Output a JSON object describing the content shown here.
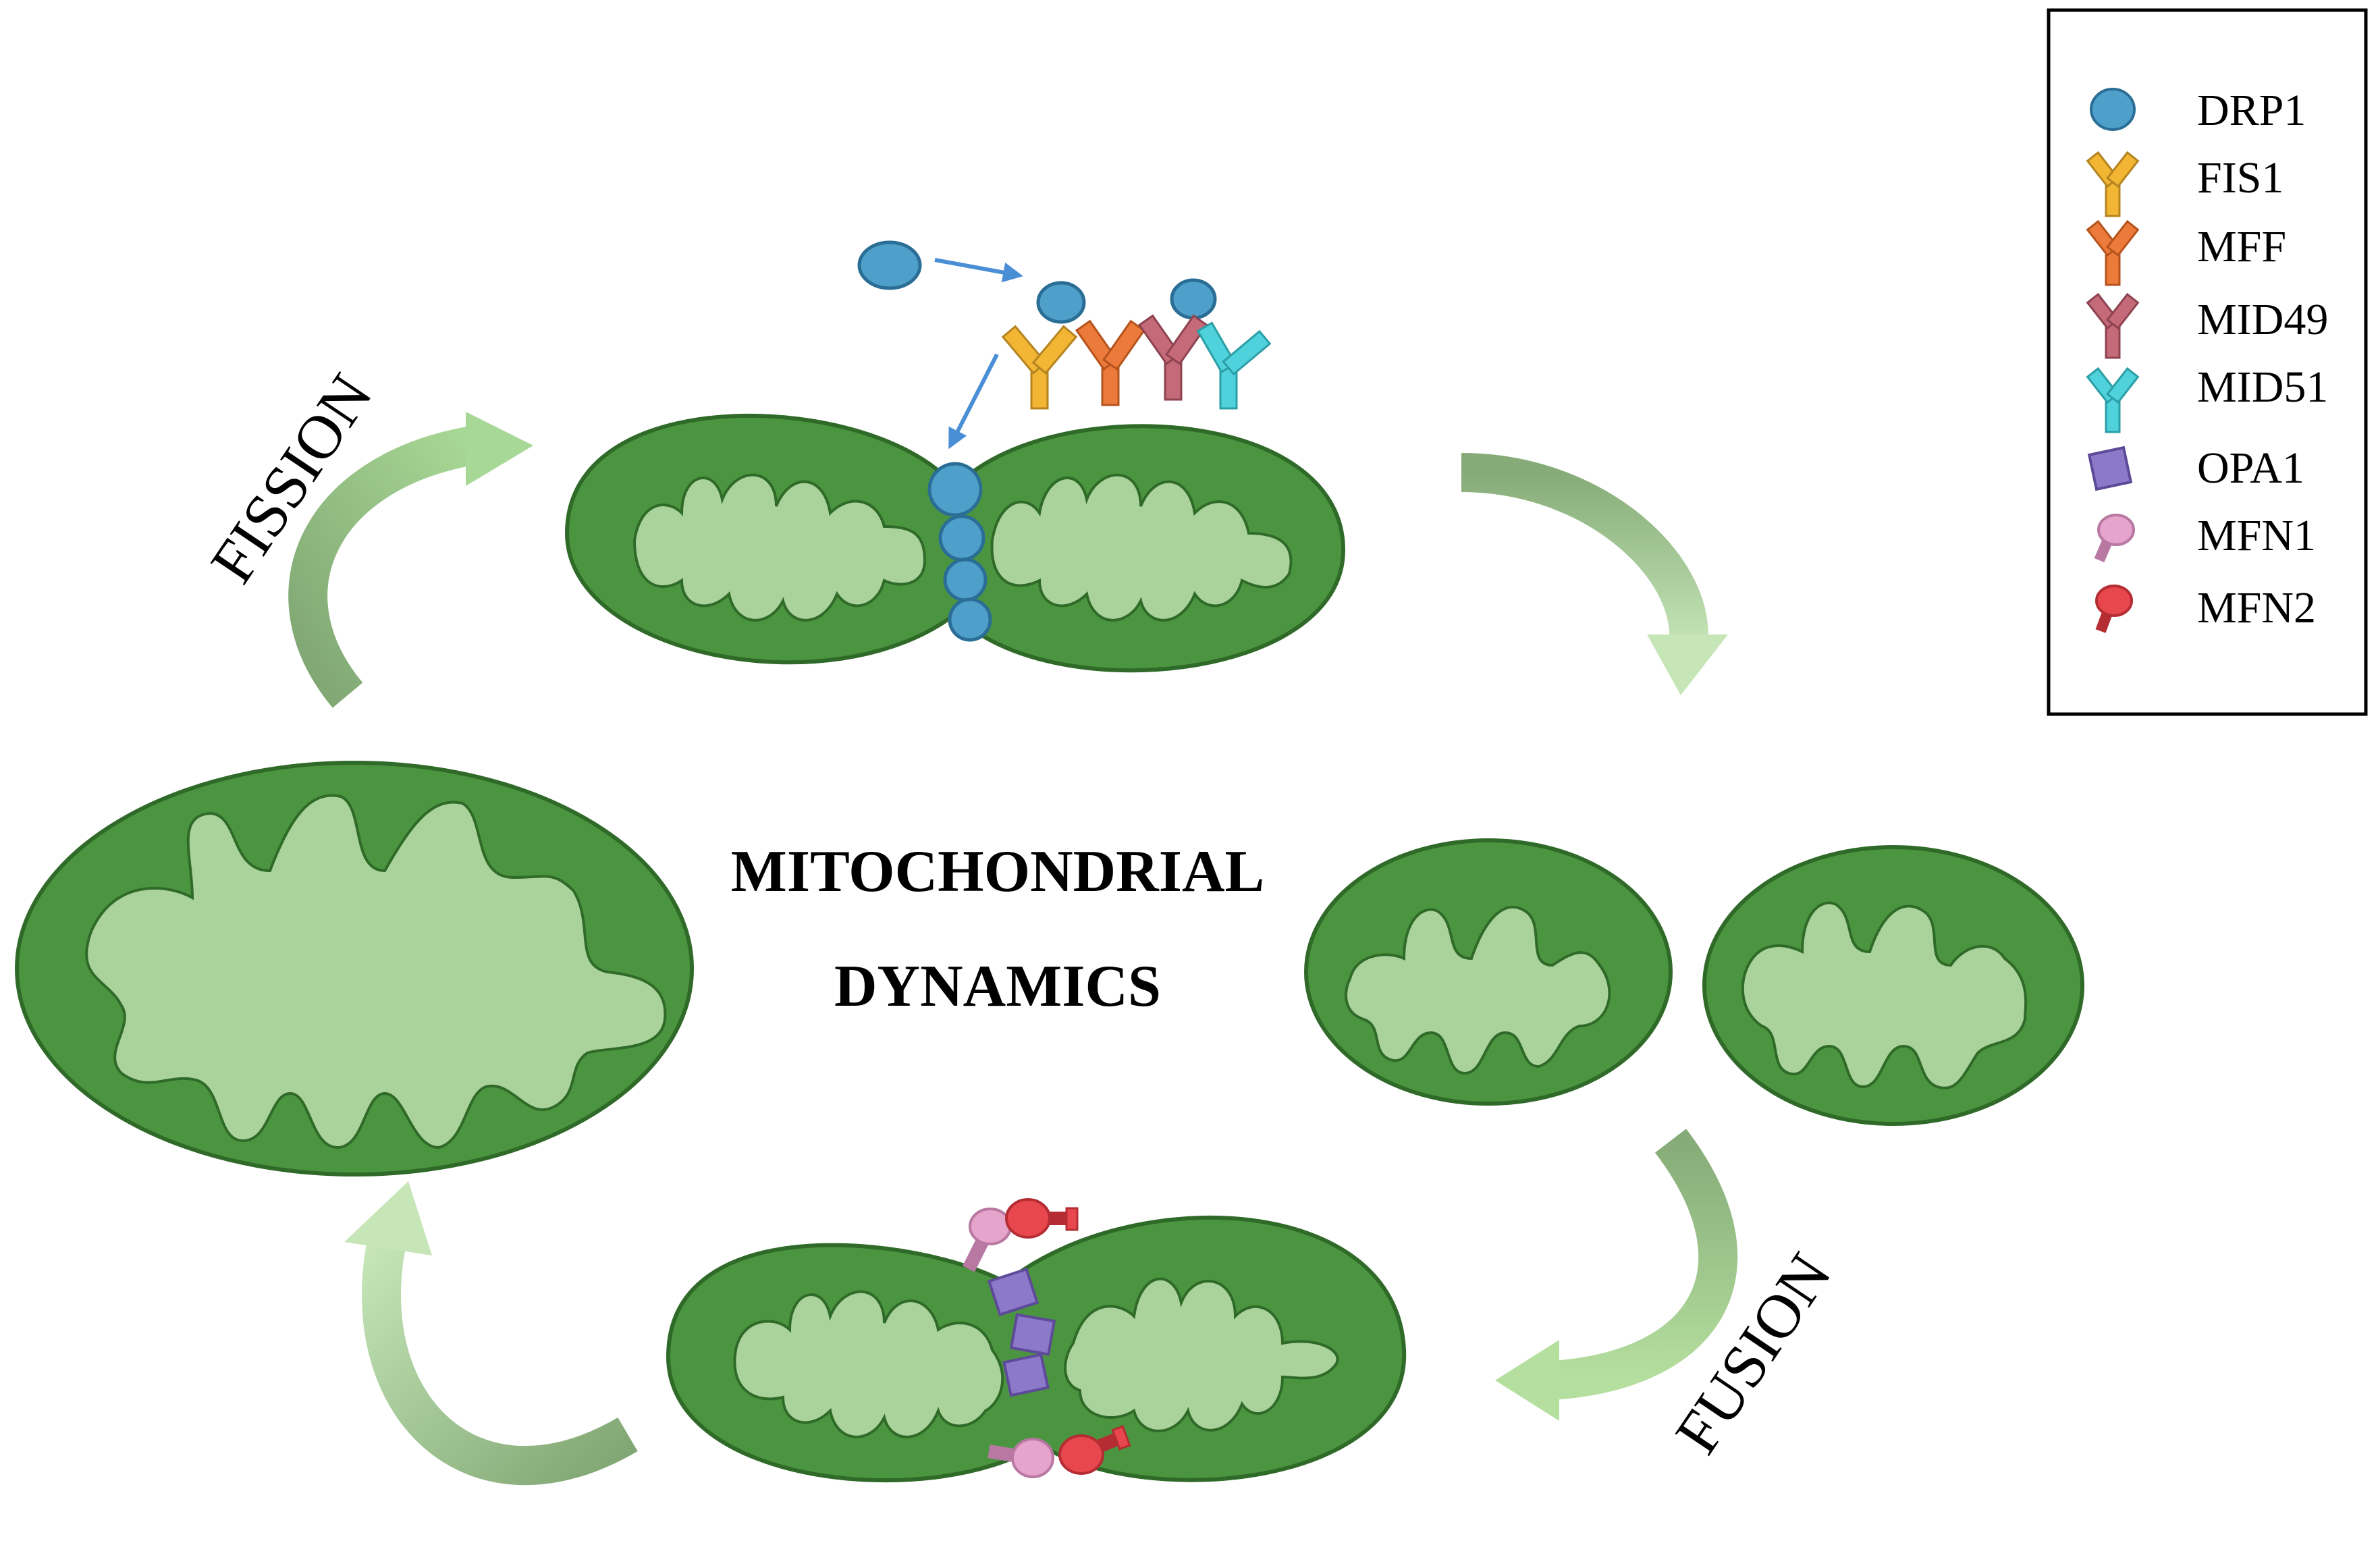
{
  "title": {
    "line1": "MITOCHONDRIAL",
    "line2": "DYNAMICS"
  },
  "labels": {
    "fission": "FISSION",
    "fusion": "FUSION"
  },
  "colors": {
    "outer_membrane": "#4c9540",
    "membrane_stroke": "#2f6a28",
    "matrix": "#a9d39b",
    "arrow_light": "#a8d895",
    "arrow_dark": "#7fa572",
    "pointer_arrow": "#4a8fd6",
    "drp1": "#4f9fcb",
    "fis1": "#f2b634",
    "mff": "#ec7a3a",
    "mid49": "#c56a78",
    "mid51": "#4fd2dc",
    "opa1": "#8d79c9",
    "mfn1": "#e6a3cc",
    "mfn2": "#e8474e"
  },
  "legend": {
    "items": [
      {
        "label": "DRP1",
        "icon": "drp1-circle-icon"
      },
      {
        "label": "FIS1",
        "icon": "fis1-receptor-icon"
      },
      {
        "label": "MFF",
        "icon": "mff-receptor-icon"
      },
      {
        "label": "MID49",
        "icon": "mid49-receptor-icon"
      },
      {
        "label": "MID51",
        "icon": "mid51-receptor-icon"
      },
      {
        "label": "OPA1",
        "icon": "opa1-square-icon"
      },
      {
        "label": "MFN1",
        "icon": "mfn1-pin-icon"
      },
      {
        "label": "MFN2",
        "icon": "mfn2-pin-icon"
      }
    ]
  }
}
